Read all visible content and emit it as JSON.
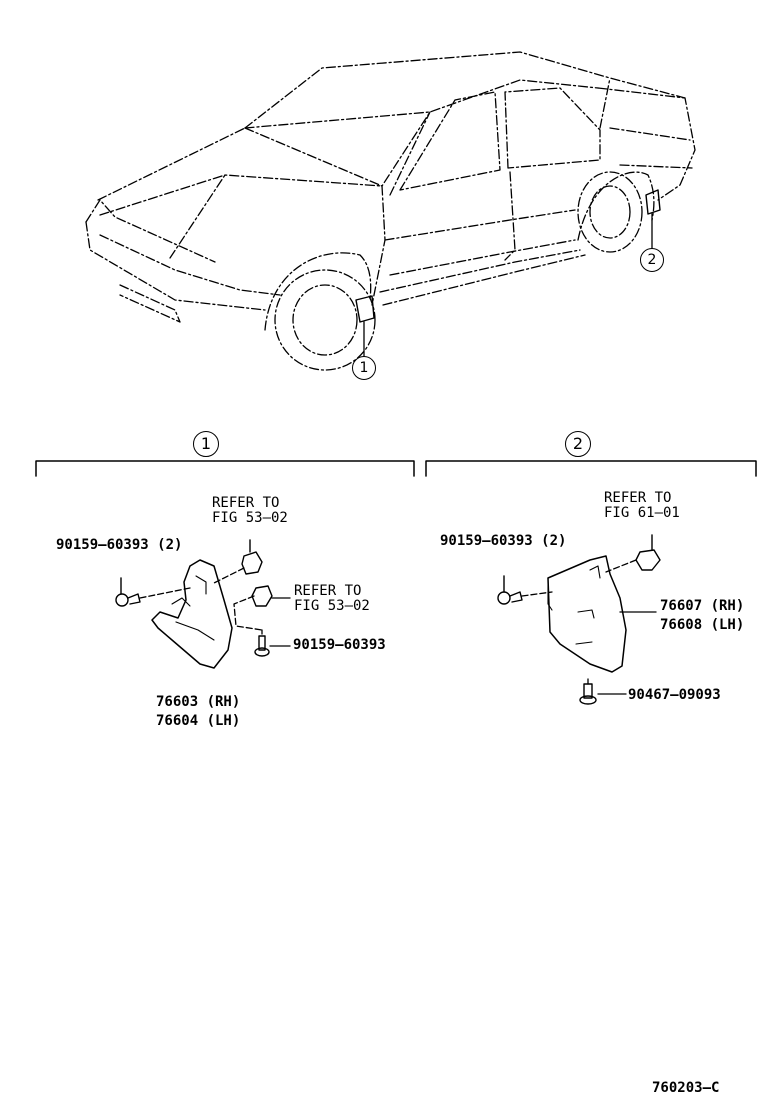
{
  "car": {
    "callout_front": "1",
    "callout_rear": "2"
  },
  "section_1": {
    "header": "1",
    "bolt_label": "90159–60393 (2)",
    "refer_top_line1": "REFER TO",
    "refer_top_line2": "FIG 53–02",
    "refer_mid_line1": "REFER TO",
    "refer_mid_line2": "FIG 53–02",
    "screw_label": "90159–60393",
    "part_rh": "76603 (RH)",
    "part_lh": "76604 (LH)"
  },
  "section_2": {
    "header": "2",
    "bolt_label": "90159–60393 (2)",
    "refer_line1": "REFER TO",
    "refer_line2": "FIG 61–01",
    "part_rh": "76607 (RH)",
    "part_lh": "76608 (LH)",
    "screw_label": "90467–09093"
  },
  "footer": {
    "figure_code": "760203–C"
  }
}
